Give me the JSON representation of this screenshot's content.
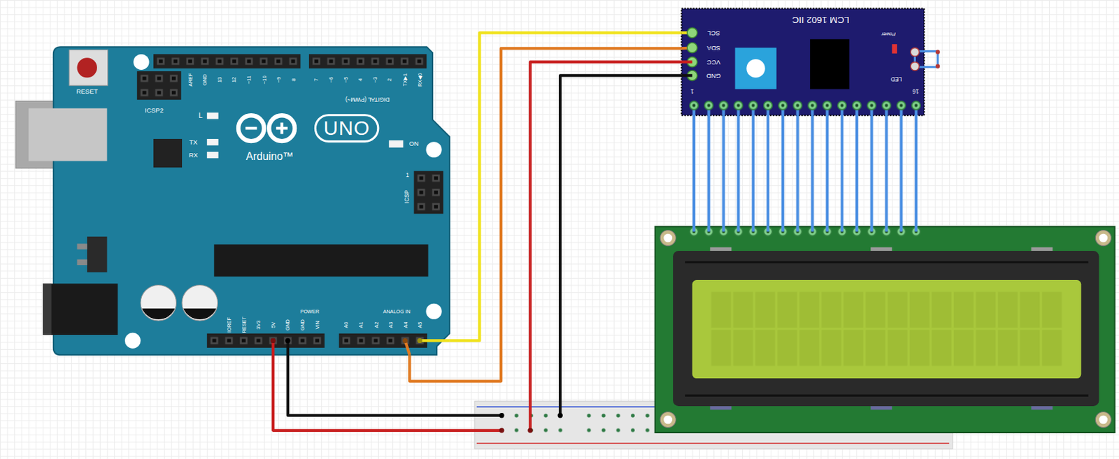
{
  "diagram": {
    "nodes": [
      {
        "text": [
          "UNO",
          "Arduino™"
        ]
      },
      {
        "text": [
          "LCM 1602 IIC"
        ]
      }
    ],
    "edges": [
      {
        "from": 0,
        "to": 1,
        "arrow": "none"
      },
      {
        "from": 0,
        "to": 1,
        "arrow": "none"
      }
    ],
    "labels": [
      "RESET",
      "ICSP2",
      "AREF",
      "GND",
      "13",
      "12",
      "~11",
      "~10",
      "~9",
      "8",
      "7",
      "~6",
      "~5",
      "4",
      "~3",
      "2",
      "TX▶1",
      "RX◀0",
      "DIGITAL (PWM~)",
      "L",
      "TX",
      "RX",
      "ON",
      "ICSP",
      "1",
      "IOREF",
      "RESET",
      "3V3",
      "5V",
      "GND",
      "GND",
      "VIN",
      "POWER",
      "ANALOG IN",
      "A0",
      "A1",
      "A2",
      "A3",
      "A4",
      "A5",
      "SCL",
      "SDA",
      "VCC",
      "GND",
      "1",
      "16",
      "LED",
      "Power"
    ]
  }
}
